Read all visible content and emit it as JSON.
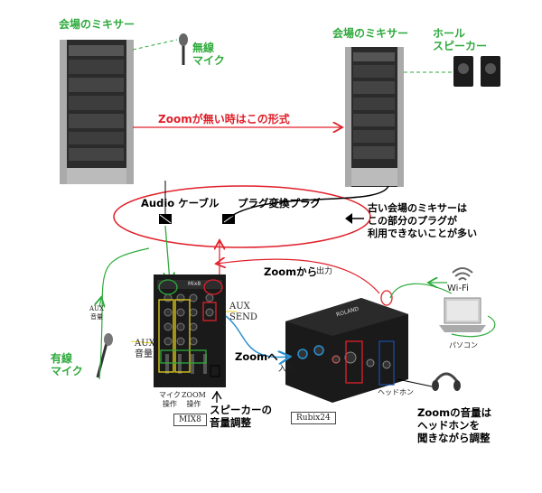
{
  "labels": {
    "venue_mixer_left": "会場のミキサー",
    "venue_mixer_right": "会場のミキサー",
    "wireless_mic": "無線\nマイク",
    "hall_speaker": "ホール\nスピーカー",
    "no_zoom_format": "Zoomが無い時はこの形式",
    "audio_cable": "Audio ケーブル",
    "plug_adapter": "プラグ変換プラグ",
    "old_mixer_note": "古い会場のミキサーは\nこの部分のプラグが\n利用できないことが多い",
    "zoom_from": "Zoomから",
    "output": "出力",
    "aux_send": "AUX\nSEND",
    "aux_volume_side": "AUX\n音量",
    "aux_volume": "AUX\n音量",
    "zoom_to": "Zoomへ",
    "input": "入力",
    "wired_mic": "有線\nマイク",
    "mic_operation": "マイク\n操作",
    "zoom_operation": "ZOOM\n操作",
    "speaker_volume": "スピーカーの\n音量調整",
    "mix8": "MIX8",
    "rubix24": "Rubix24",
    "headphone": "ヘッドホン",
    "wifi": "Wi-Fi",
    "pc": "パソコン",
    "zoom_volume_note": "Zoomの音量は\nヘッドホンを\n聞きながら調整",
    "mixer_brand": "Mix8",
    "interface_brand": "ROLAND"
  },
  "colors": {
    "green": "#2eaa3c",
    "red": "#e0202a",
    "blue": "#2a8fd0",
    "yellow": "#e6d21a",
    "rack": "#2b2b2b"
  }
}
